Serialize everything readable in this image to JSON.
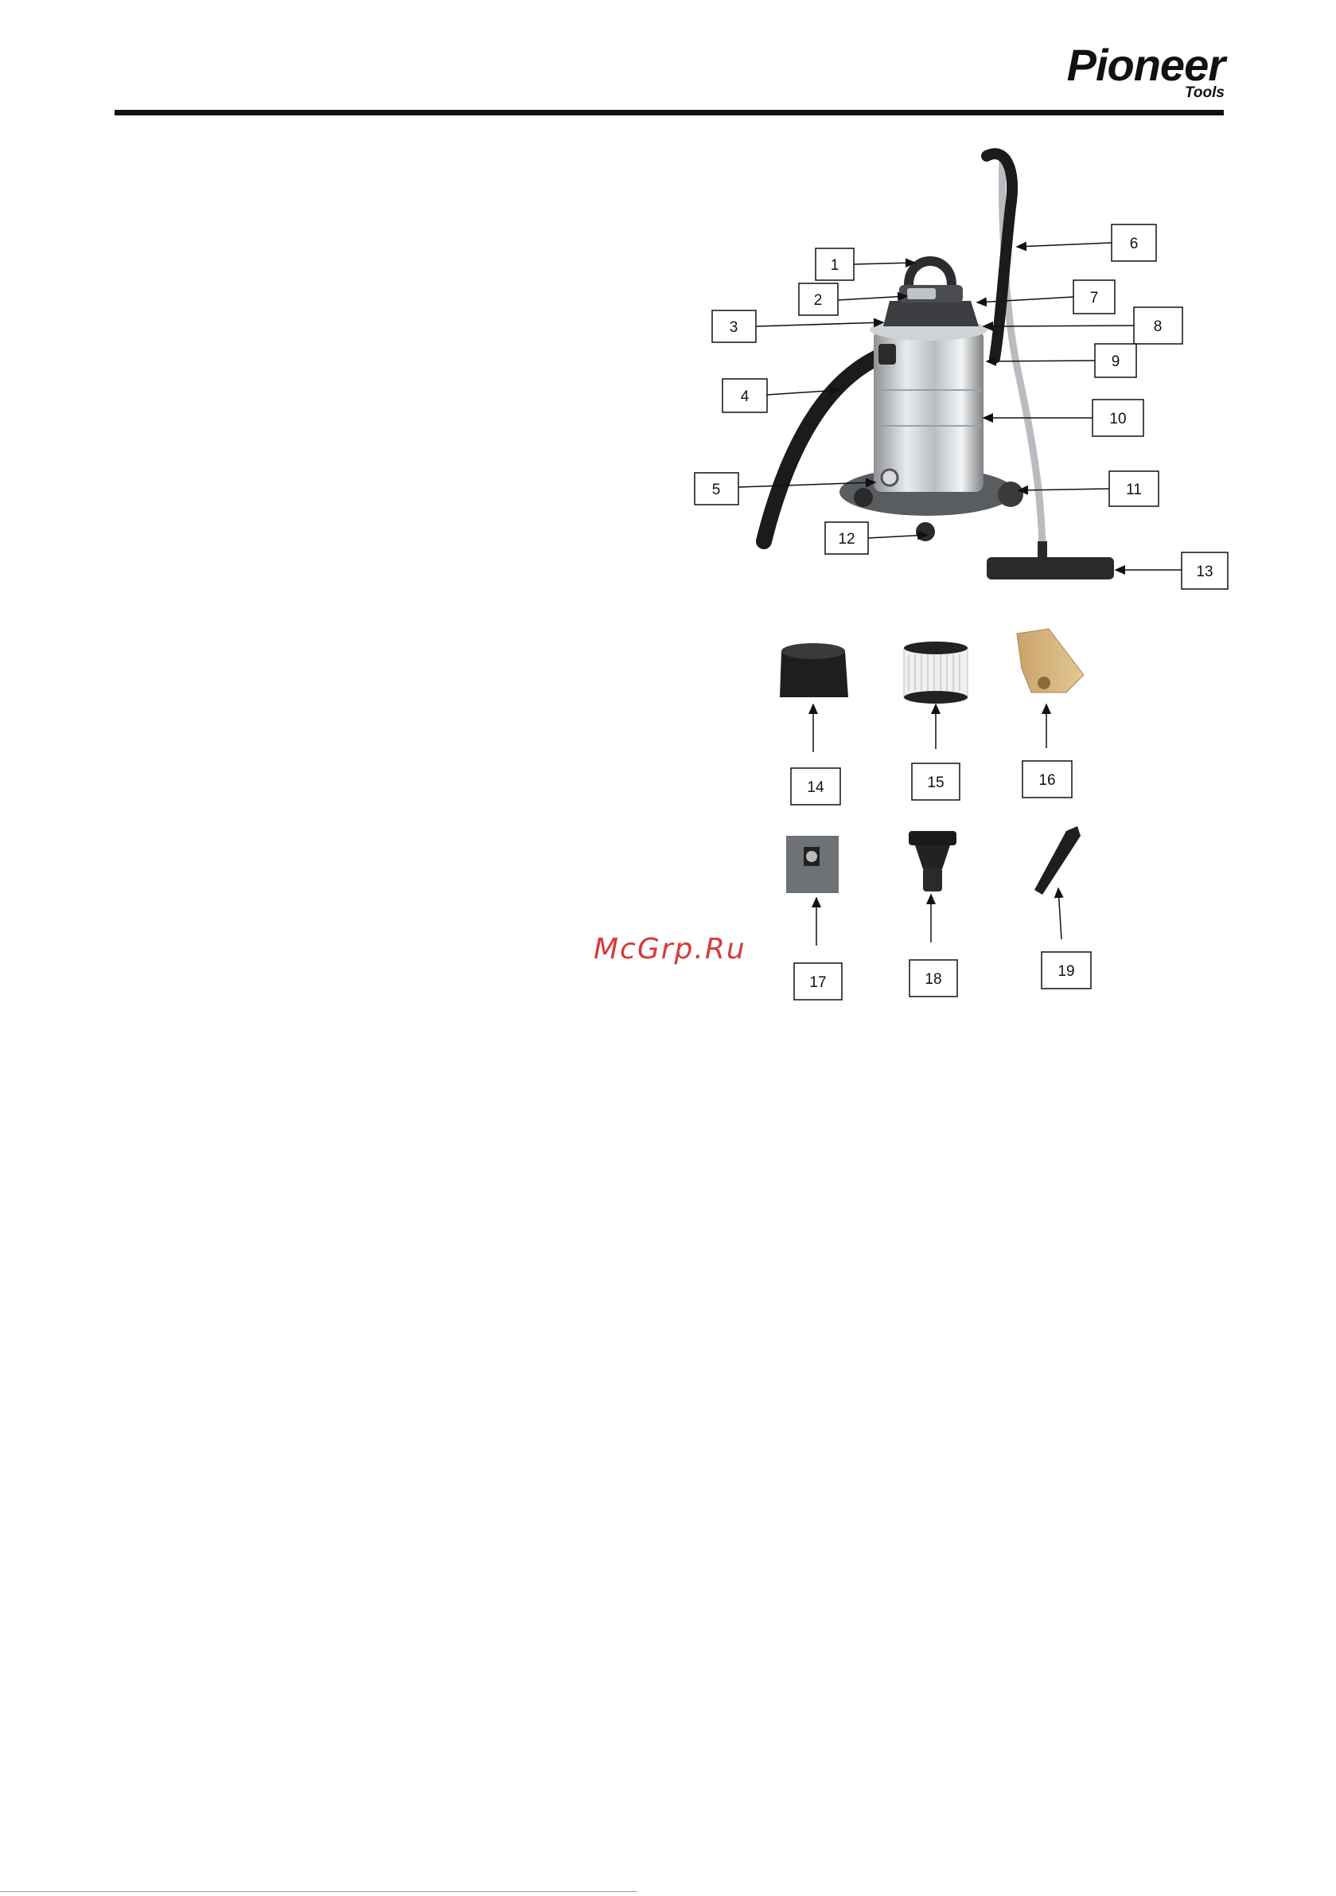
{
  "brand": {
    "name": "Pioneer",
    "sub": "Tools"
  },
  "watermark": "McGrp.Ru",
  "callouts": [
    "1",
    "2",
    "3",
    "4",
    "5",
    "6",
    "7",
    "8",
    "9",
    "10",
    "11",
    "12",
    "13",
    "14",
    "15",
    "16",
    "17",
    "18",
    "19"
  ],
  "parts": {
    "main_unit": "wet-dry-vacuum-cleaner",
    "accessories": [
      "foam-filter",
      "cartridge-filter",
      "paper-dust-bag",
      "cloth-dust-bag",
      "round-brush-nozzle",
      "crevice-nozzle"
    ]
  },
  "colors": {
    "text": "#111111",
    "watermark": "#d63a3a"
  }
}
